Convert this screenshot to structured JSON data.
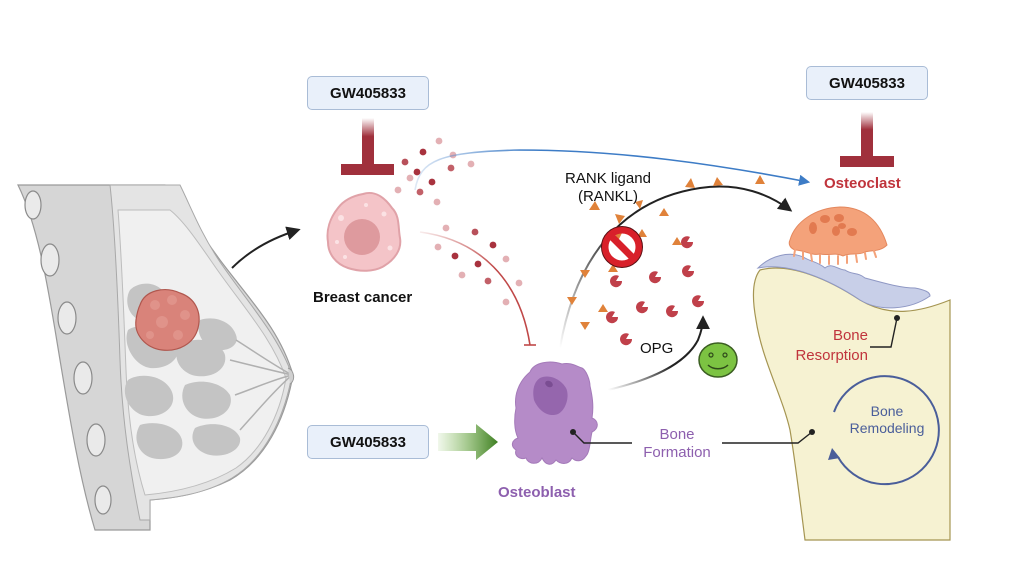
{
  "title": "GW405833 effects on breast cancer bone metastasis",
  "drugs": {
    "top_left": "GW405833",
    "top_right": "GW405833",
    "bottom_left": "GW405833"
  },
  "labels": {
    "breast_cancer": "Breast cancer",
    "osteoclast": "Osteoclast",
    "osteoblast": "Osteoblast",
    "rankl_line1": "RANK ligand",
    "rankl_line2": "(RANKL)",
    "opg": "OPG",
    "bone_formation_line1": "Bone",
    "bone_formation_line2": "Formation",
    "bone_resorption_line1": "Bone",
    "bone_resorption_line2": "Resorption",
    "bone_remodeling_line1": "Bone",
    "bone_remodeling_line2": "Remodeling"
  },
  "relations": [
    {
      "from": "GW405833",
      "to": "Breast cancer",
      "type": "inhibits"
    },
    {
      "from": "GW405833",
      "to": "Osteoclast",
      "type": "inhibits"
    },
    {
      "from": "GW405833",
      "to": "Osteoblast",
      "type": "activates"
    },
    {
      "from": "Breast cancer",
      "to": "Osteoclast",
      "type": "promotes"
    },
    {
      "from": "Breast cancer",
      "to": "Osteoblast",
      "type": "inhibits"
    },
    {
      "from": "Osteoblast",
      "to": "Osteoclast",
      "type": "RANKL signaling (blocked)"
    },
    {
      "from": "Osteoblast",
      "to": "OPG",
      "type": "produces"
    }
  ],
  "colors": {
    "inhibit": "#a0303c",
    "osteoclast_text": "#c0343c",
    "osteoblast_text": "#8d5fae",
    "resorption_text": "#c0343c",
    "remodeling": "#4a5e9a",
    "drug_box_fill": "#e9f0fa",
    "drug_box_border": "#a9bcd6",
    "activate_arrow": "#4f9a2a",
    "bone_fill": "#f6f2d2",
    "resorption_fill": "#c8cfe8",
    "rankl": "#e0823a",
    "opg": "#c0404a"
  }
}
